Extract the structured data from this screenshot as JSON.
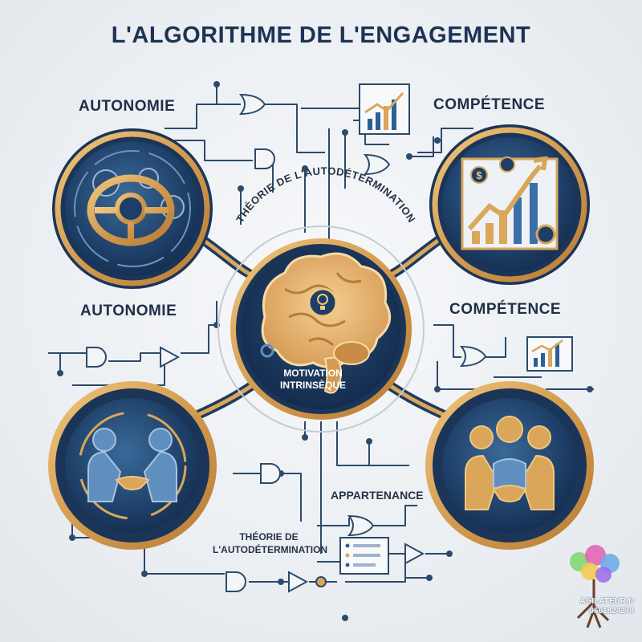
{
  "title": "L'ALGORITHME DE L'ENGAGEMENT",
  "labels": {
    "top_left": "AUTONOMIE",
    "top_right": "COMPÉTENCE",
    "mid_left": "AUTONOMIE",
    "mid_right": "COMPÉTENCE",
    "bottom_right": "APPARTENANCE",
    "arc": "THÉORIE DE L'AUTODÉTERMINATION",
    "bottom_center_line1": "THÉORIE DE",
    "bottom_center_line2": "L'AUTODÉTERMINATION",
    "center_line1": "MOTIVATION",
    "center_line2": "INTRINSÈQUE"
  },
  "branding": {
    "name": "AGILATEUR.fr",
    "phone": "0661824278"
  },
  "colors": {
    "navy": "#1e3a5f",
    "gold": "#d9a65a",
    "wire": "#2c4a6b",
    "text": "#1f2f45"
  },
  "icons": [
    "steering-wheel-icon",
    "growth-chart-icon",
    "brain-icon",
    "lightbulb-icon",
    "handshake-icon",
    "team-icon",
    "logic-gate-icon",
    "tree-brain-logo-icon"
  ]
}
